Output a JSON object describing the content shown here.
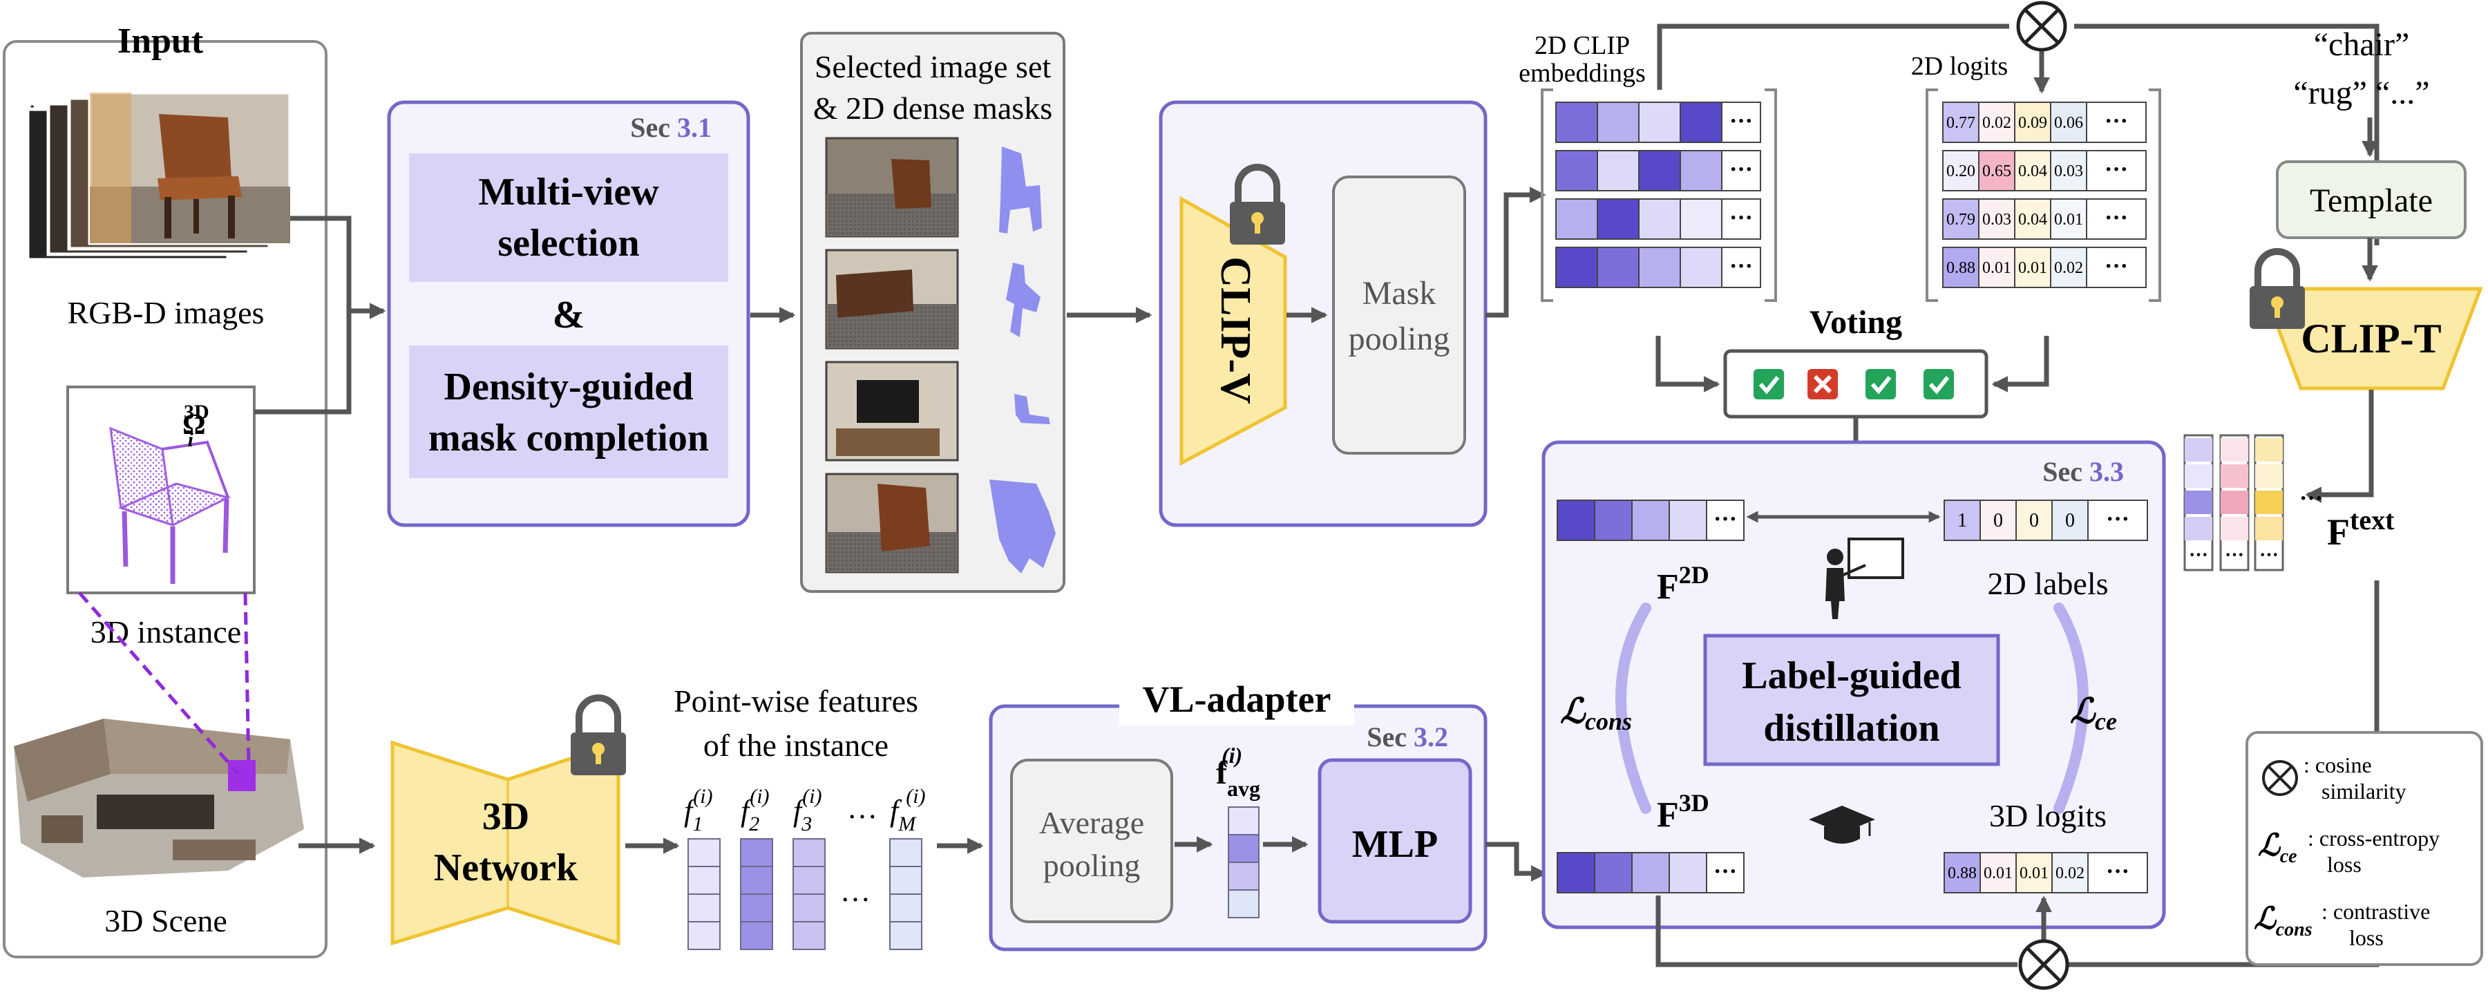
{
  "input_panel": {
    "title": "Input",
    "rgbd_label": "RGB-D images",
    "instance_symbol": "Ω",
    "instance_sup": "3D",
    "instance_sub": "i",
    "instance_label": "3D instance",
    "scene_label": "3D Scene"
  },
  "section_31": {
    "sec_prefix": "Sec",
    "sec_num": "3.1",
    "box1_line1": "Multi-view",
    "box1_line2": "selection",
    "ampersand": "&",
    "box2_line1": "Density-guided",
    "box2_line2": "mask completion"
  },
  "selected_panel": {
    "title_line1": "Selected image set",
    "title_line2": "& 2D dense masks"
  },
  "clip_v_block": {
    "clip_v_label": "CLIP-V",
    "mask_pooling_line1": "Mask",
    "mask_pooling_line2": "pooling"
  },
  "embeddings": {
    "label_line1": "2D CLIP",
    "label_line2": "embeddings",
    "ellipsis": "···"
  },
  "logits2d": {
    "label": "2D logits",
    "rows": [
      [
        "0.77",
        "0.02",
        "0.09",
        "0.06"
      ],
      [
        "0.20",
        "0.65",
        "0.04",
        "0.03"
      ],
      [
        "0.79",
        "0.03",
        "0.04",
        "0.01"
      ],
      [
        "0.88",
        "0.01",
        "0.01",
        "0.02"
      ]
    ],
    "ellipsis": "···"
  },
  "text_branch": {
    "word1": "“chair”",
    "word2": "“rug” “...”",
    "template": "Template",
    "clip_t": "CLIP-T",
    "ftext_base": "F",
    "ftext_sup": "text",
    "ellipsis": "···"
  },
  "voting": {
    "label": "Voting",
    "votes": [
      "yes",
      "no",
      "yes",
      "yes"
    ]
  },
  "network3d": {
    "line1": "3D",
    "line2": "Network"
  },
  "pointwise": {
    "title_line1": "Point-wise features",
    "title_line2": "of the instance",
    "f_base": "f",
    "f_sup": "(i)",
    "subs": [
      "1",
      "2",
      "3",
      "M"
    ],
    "dots": "…"
  },
  "vl_adapter": {
    "title": "VL-adapter",
    "sec_prefix": "Sec",
    "sec_num": "3.2",
    "avg_line1": "Average",
    "avg_line2": "pooling",
    "favg_base": "f",
    "favg_sup": "(i)",
    "favg_sub": "avg",
    "mlp": "MLP"
  },
  "section_33": {
    "sec_prefix": "Sec",
    "sec_num": "3.3",
    "f2d_base": "F",
    "f2d_sup": "2D",
    "f3d_base": "F",
    "f3d_sup": "3D",
    "labels2d_title": "2D labels",
    "labels2d_values": [
      "1",
      "0",
      "0",
      "0"
    ],
    "logits3d_title": "3D logits",
    "logits3d_values": [
      "0.88",
      "0.01",
      "0.01",
      "0.02"
    ],
    "lcons_sub": "cons",
    "lce_sub": "ce",
    "center_line1": "Label-guided",
    "center_line2": "distillation",
    "ellipsis": "···"
  },
  "legend": {
    "cos_line1": ": cosine",
    "cos_line2": "similarity",
    "ce_sub": "ce",
    "ce_line1": ": cross-entropy",
    "ce_line2": "loss",
    "cons_sub": "cons",
    "cons_line1": ": contrastive",
    "cons_line2": "loss"
  },
  "colors": {
    "panel_purple": "#7268c8",
    "light_purple": "#d9d3f7",
    "network_yellow": "#fbeaa8",
    "clip_yellow": "#f7d35b",
    "arrow_gray": "#555555",
    "dashed_purple": "#8f2ad9"
  }
}
